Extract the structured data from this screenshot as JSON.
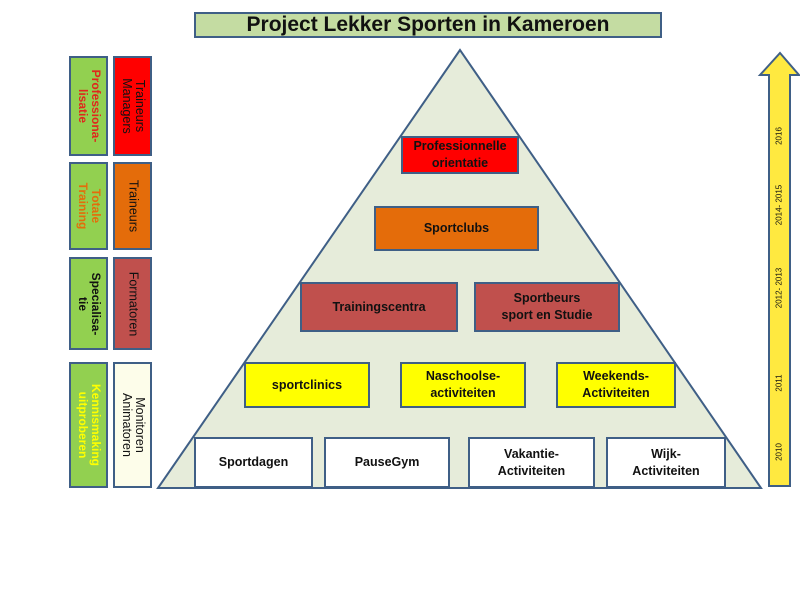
{
  "title": "Project Lekker Sporten in Kameroen",
  "pyramid": {
    "level5": [
      "Professionnelle\norientatie"
    ],
    "level4": [
      "Sportclubs"
    ],
    "level3": [
      "Trainingscentra",
      "Sportbeurs\nsport en Studie"
    ],
    "level2": [
      "sportclinics",
      "Naschoolse-\nactiviteiten",
      "Weekends-\nActiviteiten"
    ],
    "level1": [
      "Sportdagen",
      "PauseGym",
      "Vakantie-\nActiviteiten",
      "Wijk-\nActiviteiten"
    ]
  },
  "left_columns": {
    "phases": [
      "Professiona-\nlisatie",
      "Totale\nTraining",
      "Specialisa-\ntie",
      "Kennismaking\nuitproberen"
    ],
    "roles": [
      "Traineurs\nManagers",
      "Traineurs",
      "Formatoren",
      "Monitoren\nAnimatoren"
    ]
  },
  "timeline": {
    "years": [
      "2016",
      "2014- 2015",
      "2012- 2013",
      "2011",
      "2010"
    ]
  },
  "colors": {
    "triangle_fill": "#e6ecda",
    "box_border": "#3f5f86",
    "red": "#ff0000",
    "orange": "#e46c0a",
    "brick": "#c0504d",
    "yellow": "#ffff00",
    "green": "#92d050",
    "arrow_fill": "#ffe940"
  }
}
